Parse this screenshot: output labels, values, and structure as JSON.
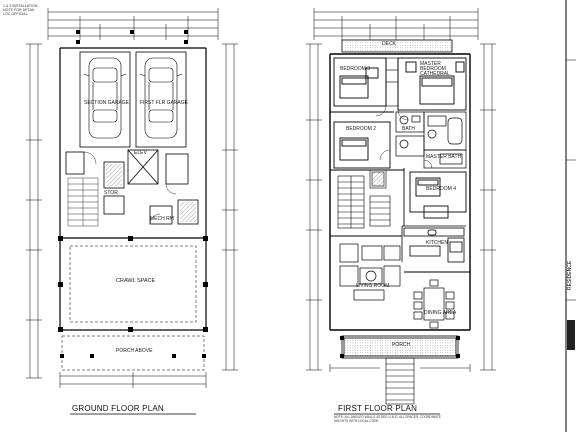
{
  "ground_plan": {
    "title": "GROUND FLOOR PLAN",
    "rooms": {
      "garage_left": "SECTION GARAGE",
      "garage_right": "FIRST FLR GARAGE",
      "crawl": "CRAWL SPACE",
      "porch_above": "PORCH ABOVE",
      "elev": "ELEV",
      "stor": "STOR",
      "mech": "MECH RM"
    },
    "corner_note": "1 & 2 INSTALLATION NOTE FOR DETAIL LOC OFFICIAL"
  },
  "first_plan": {
    "title": "FIRST FLOOR PLAN",
    "rooms": {
      "deck": "DECK",
      "bedroom3": "BEDROOM 3",
      "master": "MASTER BEDROOM CATHEDRAL",
      "bedroom2": "BEDROOM 2",
      "bath": "BATH",
      "master_bath": "MASTER BATH",
      "bedroom4": "BEDROOM 4",
      "kitchen": "KITCHEN",
      "living": "LIVING ROOM",
      "dining": "DINING AREA",
      "porch": "PORCH"
    },
    "note": "NOTE: ALL ANGLED WALLS 45 DEG U.N.O. ALL SPACES, COORDINATE HEIGHTS WITH LOCAL CODE"
  },
  "title_block": {
    "text": "RESIDENCE"
  }
}
